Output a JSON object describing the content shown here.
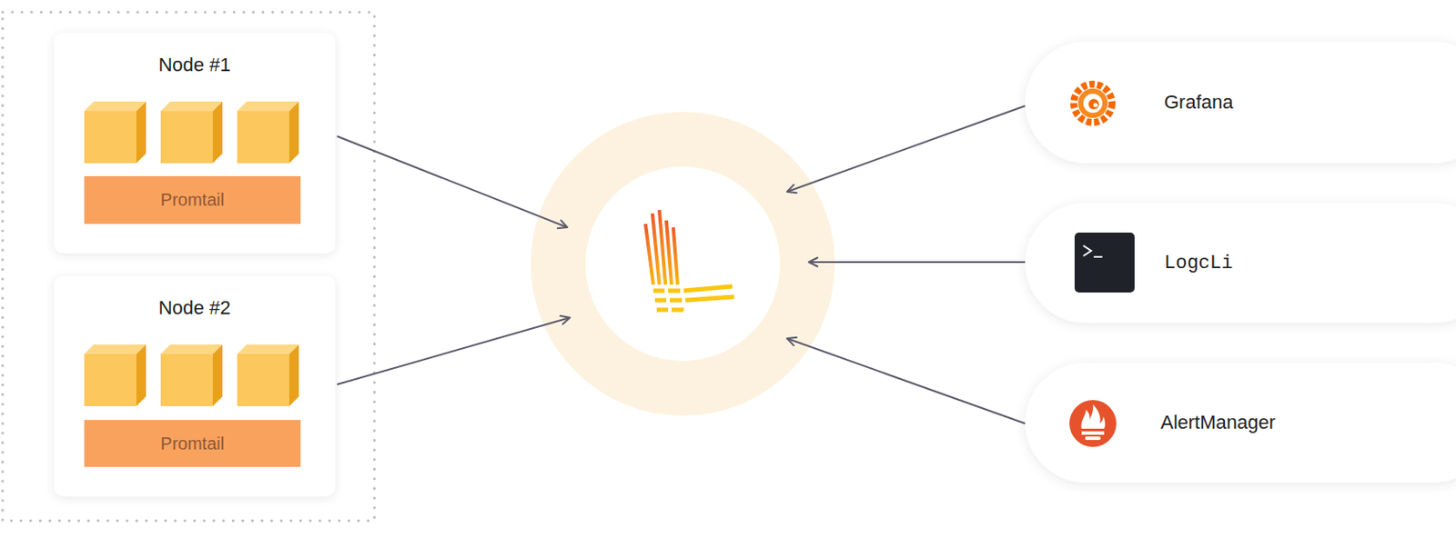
{
  "diagram": {
    "nodes": [
      {
        "text": [
          "Node #1"
        ]
      },
      {
        "text": [
          "Promtail"
        ],
        "in": 0
      },
      {
        "text": [
          "Node #2"
        ]
      },
      {
        "text": [
          "Promtail"
        ],
        "in": 2
      },
      {
        "text": [
          "Grafana"
        ]
      },
      {
        "text": [
          "LogcLi"
        ]
      },
      {
        "text": [
          "AlertManager"
        ]
      }
    ]
  }
}
